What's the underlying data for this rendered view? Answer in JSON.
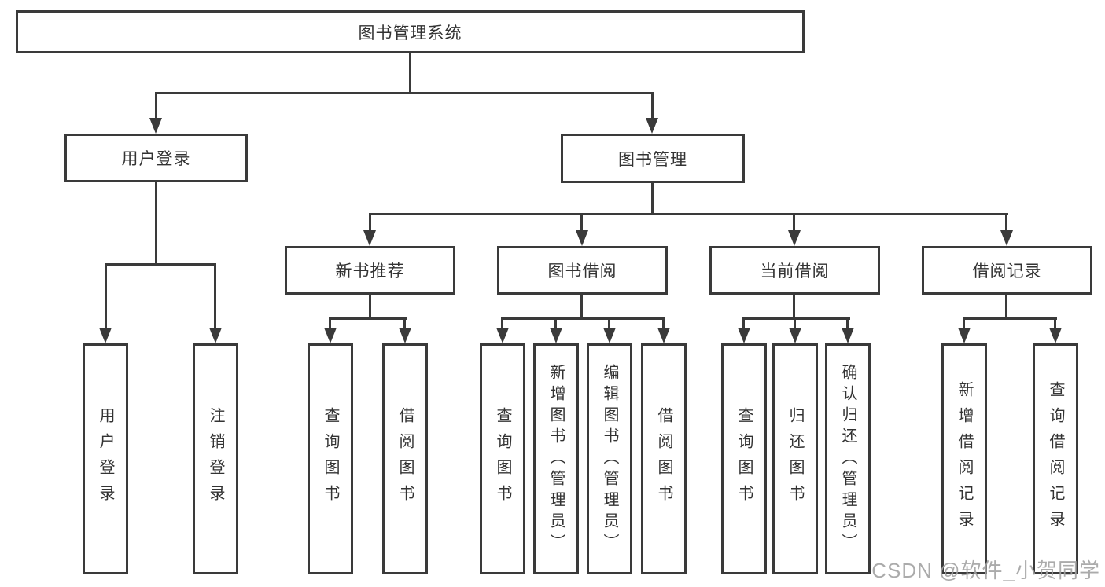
{
  "colors": {
    "line": "#3a3a3a",
    "text": "#333333",
    "watermark": "#a3a3a3"
  },
  "watermark": {
    "text": "CSDN @软件_小贺同学"
  },
  "tree": {
    "root": {
      "label": "图书管理系统",
      "children": [
        {
          "label": "用户登录",
          "children": [
            {
              "label": "用户登录"
            },
            {
              "label": "注销登录"
            }
          ]
        },
        {
          "label": "图书管理",
          "children": [
            {
              "label": "新书推荐",
              "children": [
                {
                  "label": "查询图书"
                },
                {
                  "label": "借阅图书"
                }
              ]
            },
            {
              "label": "图书借阅",
              "children": [
                {
                  "label": "查询图书"
                },
                {
                  "label": "新增图书（管理员）"
                },
                {
                  "label": "编辑图书（管理员）"
                },
                {
                  "label": "借阅图书"
                }
              ]
            },
            {
              "label": "当前借阅",
              "children": [
                {
                  "label": "查询图书"
                },
                {
                  "label": "归还图书"
                },
                {
                  "label": "确认归还（管理员）"
                }
              ]
            },
            {
              "label": "借阅记录",
              "children": [
                {
                  "label": "新增借阅记录"
                },
                {
                  "label": "查询借阅记录"
                }
              ]
            }
          ]
        }
      ]
    }
  }
}
